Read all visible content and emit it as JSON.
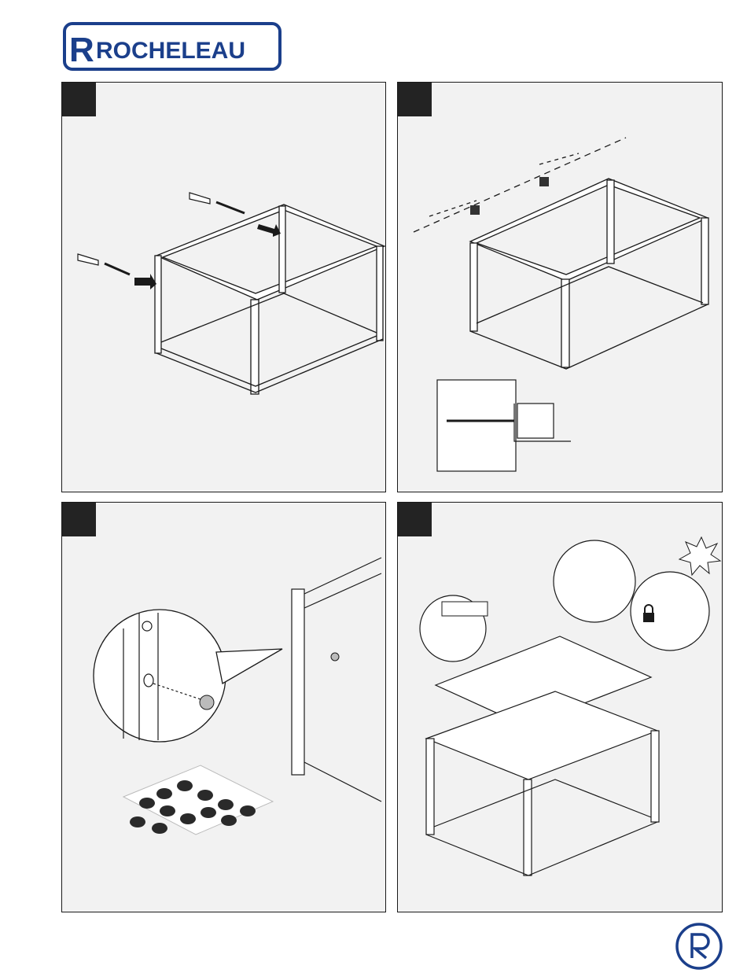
{
  "brand": {
    "name": "ROCHELEAU",
    "color": "#1b3f8b"
  },
  "panels": [
    {
      "id": "step-1",
      "step": ""
    },
    {
      "id": "step-2",
      "step": ""
    },
    {
      "id": "step-3",
      "step": ""
    },
    {
      "id": "step-4",
      "step": ""
    }
  ],
  "colors": {
    "panel_bg": "#f2f2f2",
    "step_box": "#232323",
    "line": "#1a1a1a",
    "felt_pad": "#2a2a2a"
  },
  "icons": [
    "screw-anchor-icon",
    "arrow-icon",
    "bracket-icon",
    "felt-pad-sheet-icon",
    "lock-icon",
    "click-burst-icon",
    "brand-r-icon"
  ]
}
